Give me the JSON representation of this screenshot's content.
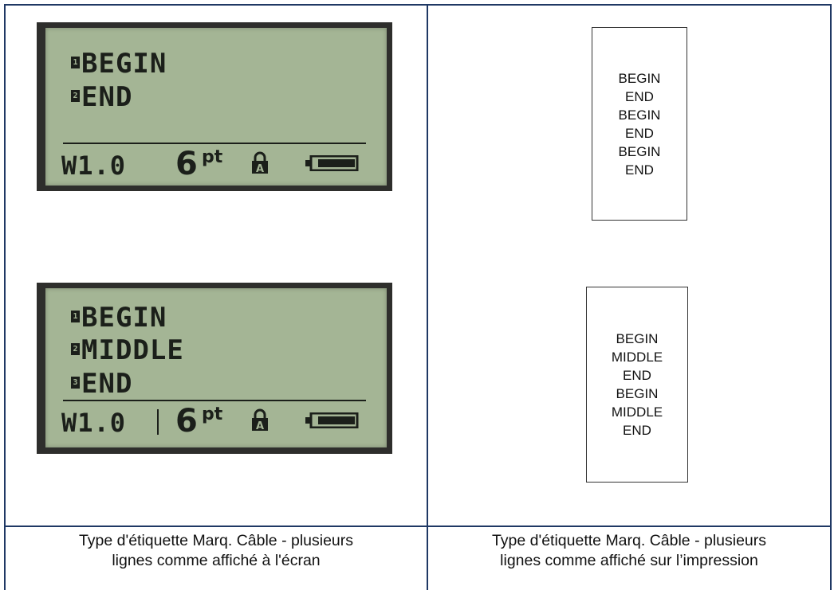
{
  "screen1": {
    "lines": [
      {
        "num": "1",
        "text": "BEGIN"
      },
      {
        "num": "2",
        "text": "END"
      }
    ],
    "status": {
      "width": "W1.0",
      "size": "6",
      "unit": "pt"
    }
  },
  "screen2": {
    "lines": [
      {
        "num": "1",
        "text": "BEGIN"
      },
      {
        "num": "2",
        "text": "MIDDLE"
      },
      {
        "num": "3",
        "text": "END"
      }
    ],
    "status": {
      "width": "W1.0",
      "size": "6",
      "unit": "pt"
    }
  },
  "print1": {
    "lines": [
      "BEGIN",
      "END",
      "BEGIN",
      "END",
      "BEGIN",
      "END"
    ]
  },
  "print2": {
    "lines": [
      "BEGIN",
      "MIDDLE",
      "END",
      "BEGIN",
      "MIDDLE",
      "END"
    ]
  },
  "captions": {
    "left_line1": "Type d'étiquette Marq. Câble - plusieurs",
    "left_line2": "lignes comme affiché à l'écran",
    "right_line1": "Type d'étiquette Marq. Câble - plusieurs",
    "right_line2": "lignes comme affiché sur l’impression"
  },
  "colors": {
    "border": "#1f3864",
    "lcd_bg": "#a4b595",
    "lcd_frame": "#2e2e2c",
    "lcd_ink": "#1b1f1a"
  },
  "icons": [
    "lock-a-icon",
    "battery-icon"
  ]
}
